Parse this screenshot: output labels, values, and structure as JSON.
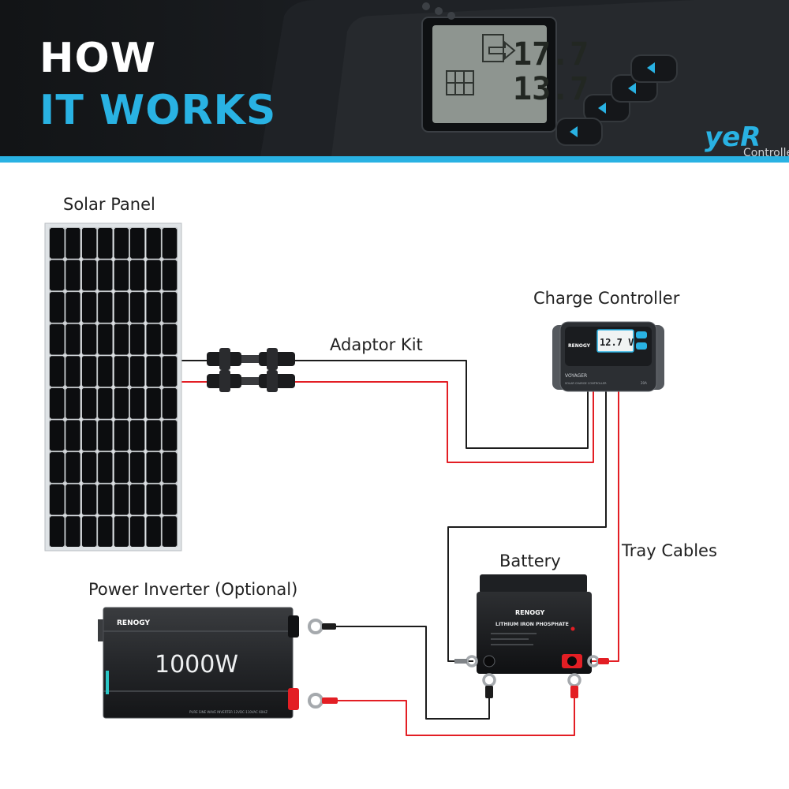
{
  "header": {
    "line1": "HOW",
    "line2": "IT WORKS",
    "bg_lcd_top": "17.7",
    "bg_lcd_bottom": "13.7",
    "bg_brand_fragment": "yeR",
    "bg_controller_fragment": "Controller",
    "accent_color": "#29b2e3"
  },
  "labels": {
    "solar_panel": "Solar Panel",
    "charge_controller": "Charge Controller",
    "adaptor_kit": "Adaptor Kit",
    "battery": "Battery",
    "tray_cables": "Tray Cables",
    "power_inverter": "Power Inverter (Optional)"
  },
  "controller": {
    "brand": "RENOGY",
    "model": "VOYAGER",
    "subtitle": "SOLAR CHARGE CONTROLLER",
    "rating": "20A",
    "lcd": "12.7 V"
  },
  "battery": {
    "brand": "RENOGY",
    "type": "LITHIUM IRON PHOSPHATE"
  },
  "inverter": {
    "brand": "RENOGY",
    "wattage": "1000W",
    "fine_print": "PURE SINE WAVE INVERTER 12VDC-110VAC 60HZ"
  },
  "wire_colors": {
    "positive": "#e31e24",
    "negative": "#1c1c1c"
  }
}
